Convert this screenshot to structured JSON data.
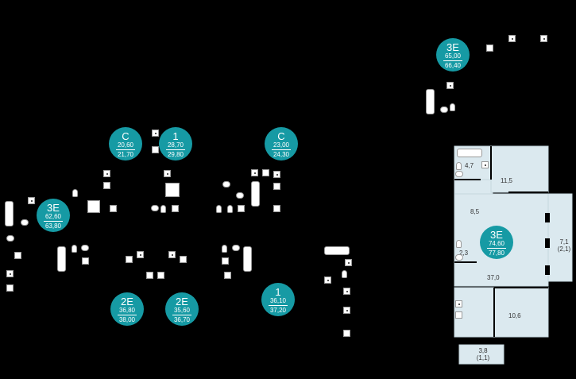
{
  "units": [
    {
      "id": "u-3e-top",
      "rooms": "3E",
      "area_total": "65,00",
      "area_alt": "66,40"
    },
    {
      "id": "u-c-left",
      "rooms": "C",
      "area_total": "20,60",
      "area_alt": "21,70"
    },
    {
      "id": "u-1-left",
      "rooms": "1",
      "area_total": "28,70",
      "area_alt": "29,80"
    },
    {
      "id": "u-c-right",
      "rooms": "C",
      "area_total": "23,00",
      "area_alt": "24,30"
    },
    {
      "id": "u-3e-left",
      "rooms": "3E",
      "area_total": "62,60",
      "area_alt": "63,80"
    },
    {
      "id": "u-3e-plan",
      "rooms": "3E",
      "area_total": "74,60",
      "area_alt": "77,80"
    },
    {
      "id": "u-1-bottom",
      "rooms": "1",
      "area_total": "36,10",
      "area_alt": "37,20"
    },
    {
      "id": "u-2e-a",
      "rooms": "2E",
      "area_total": "36,80",
      "area_alt": "38,00"
    },
    {
      "id": "u-2e-b",
      "rooms": "2E",
      "area_total": "35,60",
      "area_alt": "36,70"
    }
  ],
  "plan": {
    "rooms": [
      "4,7",
      "11,5",
      "8,5",
      "7,1",
      "(2,1)",
      "2,3",
      "37,0",
      "10,6",
      "3,8",
      "(1,1)"
    ]
  },
  "colors": {
    "accent": "#169aa4",
    "plan_fill": "#dbe9ef",
    "plan_wall": "#000000",
    "background": "#000000"
  }
}
